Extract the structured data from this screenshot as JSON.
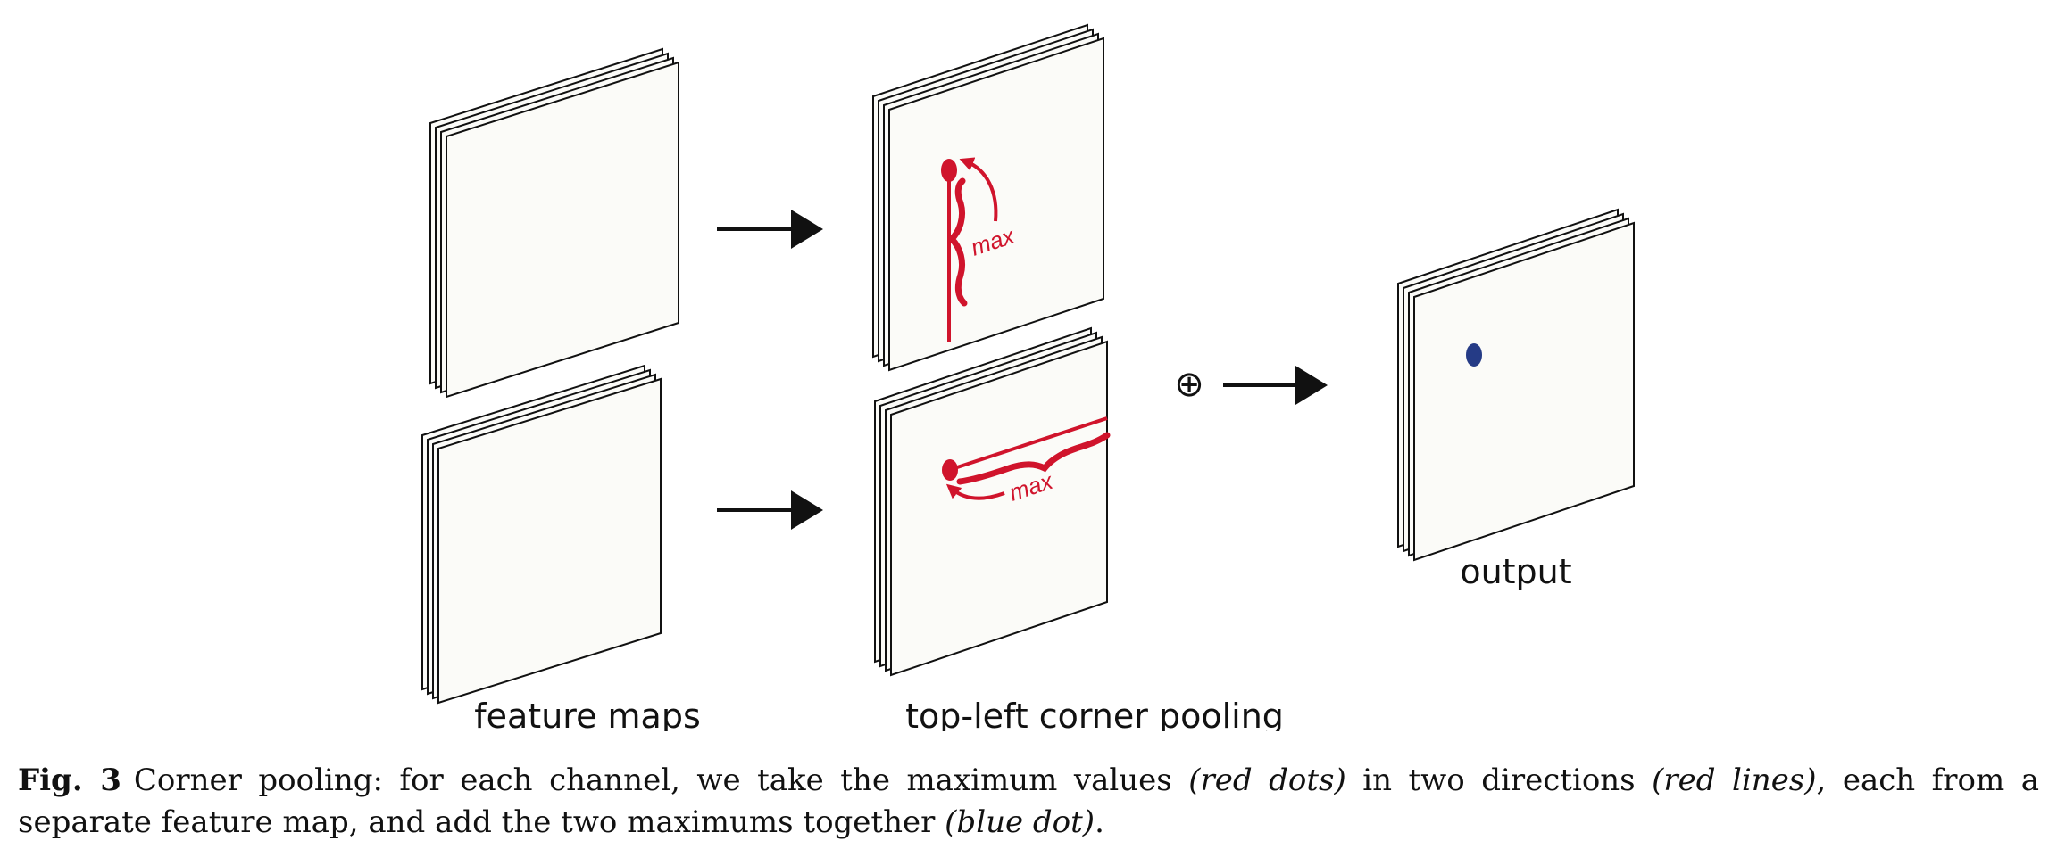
{
  "colors": {
    "red": "#d0142c",
    "blue": "#253b86",
    "ink": "#111111",
    "sheet": "#fbfbf8"
  },
  "icons": {
    "plus": "circled-plus-icon",
    "arrow": "right-arrow-icon"
  },
  "labels": {
    "feature_maps": "feature maps",
    "pooling": "top-left corner pooling",
    "output": "output",
    "max_top": "max",
    "max_bottom": "max",
    "plus_symbol": "⊕"
  },
  "caption": {
    "fig_label": "Fig. 3",
    "t1": "Corner pooling: for each channel, we take the maximum values ",
    "i1": "(red dots)",
    "t2": " in two directions ",
    "i2": "(red lines)",
    "t3": ", each from a separate feature map, and add the two maximums together ",
    "i3": "(blue dot)",
    "t4": "."
  }
}
